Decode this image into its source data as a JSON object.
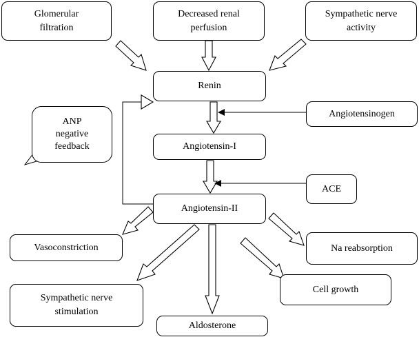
{
  "nodes": {
    "glomerular_filtration": "Glomerular\nfiltration",
    "decreased_renal_perfusion": "Decreased renal\nperfusion",
    "sympathetic_nerve_activity": "Sympathetic nerve\nactivity",
    "renin": "Renin",
    "angiotensinogen": "Angiotensinogen",
    "angiotensin_1": "Angiotensin-I",
    "ace": "ACE",
    "angiotensin_2": "Angiotensin-II",
    "anp_feedback": "ANP\nnegative\nfeedback",
    "vasoconstriction": "Vasoconstriction",
    "na_reabsorption": "Na reabsorption",
    "cell_growth": "Cell growth",
    "sympathetic_nerve_stimulation": "Sympathetic nerve\nstimulation",
    "aldosterone": "Aldosterone"
  }
}
